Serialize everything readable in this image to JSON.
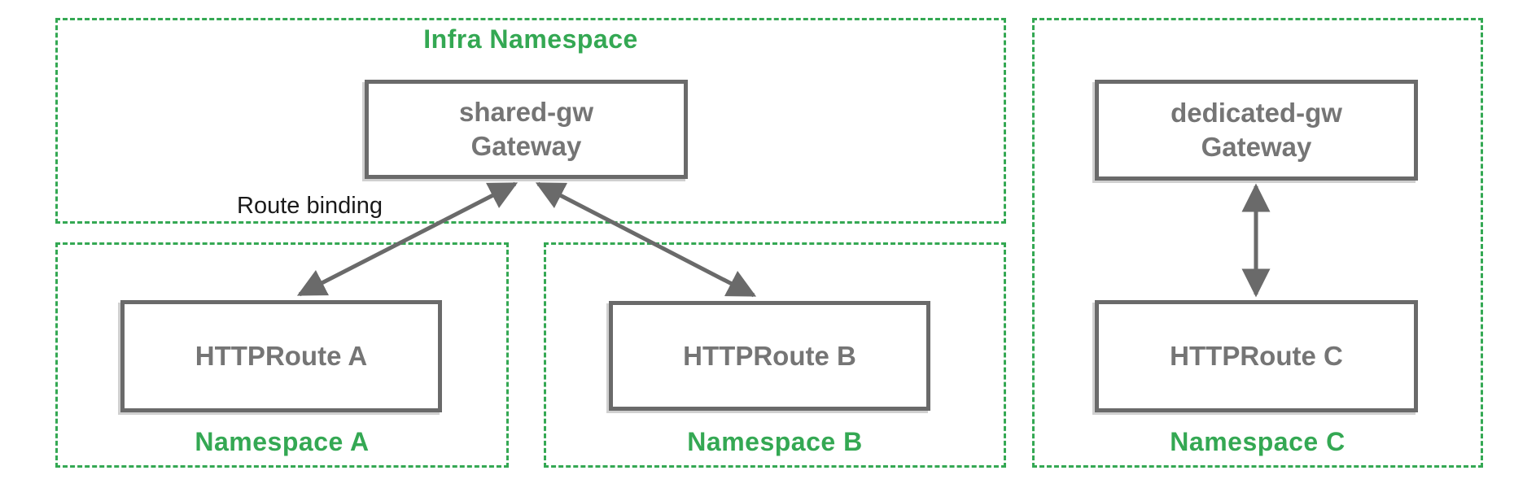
{
  "diagram": {
    "type": "kubernetes-gateway-route-binding",
    "colors": {
      "namespace_green": "#34A853",
      "node_border_gray": "#6a6a6a",
      "node_text_gray": "#757575",
      "edge_label_black": "#1a1a1a",
      "background": "#ffffff"
    },
    "namespaces": {
      "infra": {
        "label": "Infra Namespace",
        "label_position": "top"
      },
      "a": {
        "label": "Namespace A",
        "label_position": "bottom"
      },
      "b": {
        "label": "Namespace B",
        "label_position": "bottom"
      },
      "c": {
        "label": "Namespace C",
        "label_position": "bottom"
      }
    },
    "nodes": {
      "shared_gw": {
        "line1": "shared-gw",
        "line2": "Gateway",
        "namespace": "Infra Namespace"
      },
      "httproute_a": {
        "line1": "HTTPRoute A",
        "namespace": "Namespace A"
      },
      "httproute_b": {
        "line1": "HTTPRoute B",
        "namespace": "Namespace B"
      },
      "dedicated_gw": {
        "line1": "dedicated-gw",
        "line2": "Gateway",
        "namespace": "Namespace C"
      },
      "httproute_c": {
        "line1": "HTTPRoute C",
        "namespace": "Namespace C"
      }
    },
    "edges": [
      {
        "from": "HTTPRoute A",
        "to": "shared-gw Gateway",
        "style": "double-arrow",
        "label": "Route binding"
      },
      {
        "from": "HTTPRoute B",
        "to": "shared-gw Gateway",
        "style": "double-arrow",
        "label": ""
      },
      {
        "from": "HTTPRoute C",
        "to": "dedicated-gw Gateway",
        "style": "double-arrow",
        "label": ""
      }
    ]
  }
}
